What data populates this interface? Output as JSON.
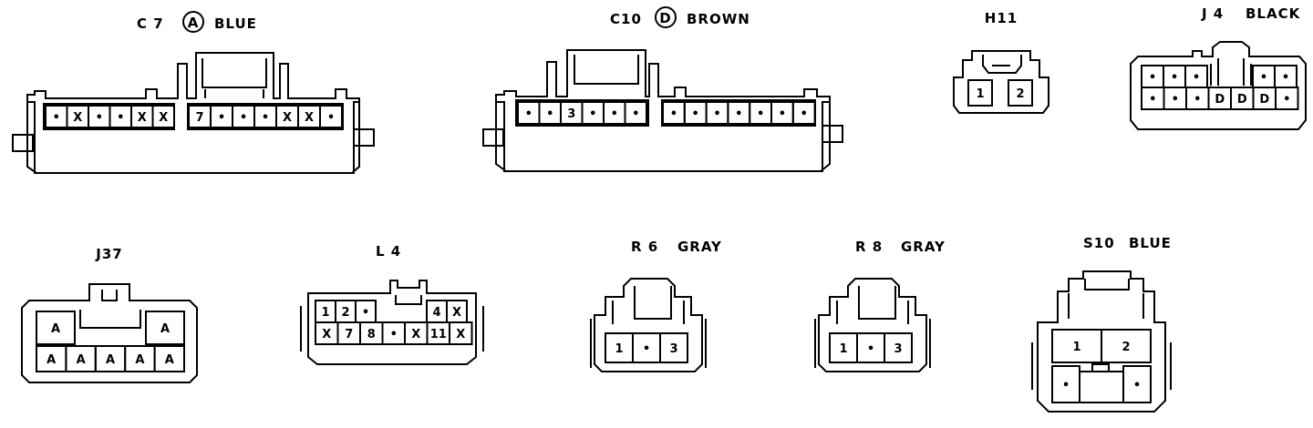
{
  "connectors": {
    "c7": {
      "code": "C 7",
      "circle": "A",
      "color": "BLUE",
      "left_pins": [
        "•",
        "X",
        "•",
        "•",
        "X",
        "X"
      ],
      "right_pins": [
        "7",
        "•",
        "•",
        "•",
        "X",
        "X",
        "•"
      ]
    },
    "c10": {
      "code": "C10",
      "circle": "D",
      "color": "BROWN",
      "left_pins": [
        "•",
        "•",
        "3",
        "•",
        "•",
        "•"
      ],
      "right_pins": [
        "•",
        "•",
        "•",
        "•",
        "•",
        "•",
        "•"
      ]
    },
    "h11": {
      "code": "H11",
      "pins": [
        "1",
        "2"
      ]
    },
    "j4": {
      "code": "J 4",
      "color": "BLACK",
      "top_left": [
        "•",
        "•",
        "•"
      ],
      "top_right": [
        "•",
        "•"
      ],
      "bottom": [
        "•",
        "•",
        "•",
        "D",
        "D",
        "D",
        "•"
      ]
    },
    "j37": {
      "code": "J37",
      "top_pins": [
        "A",
        "A"
      ],
      "bottom_pins": [
        "A",
        "A",
        "A",
        "A",
        "A"
      ]
    },
    "l4": {
      "code": "L 4",
      "top_left": [
        "1",
        "2",
        "•"
      ],
      "top_right": [
        "4",
        "X"
      ],
      "bottom": [
        "X",
        "7",
        "8",
        "•",
        "X",
        "11",
        "X"
      ]
    },
    "r6": {
      "code": "R 6",
      "color": "GRAY",
      "pins": [
        "1",
        "•",
        "3"
      ]
    },
    "r8": {
      "code": "R 8",
      "color": "GRAY",
      "pins": [
        "1",
        "•",
        "3"
      ]
    },
    "s10": {
      "code": "S10",
      "color": "BLUE",
      "top_pins": [
        "1",
        "2"
      ],
      "bottom_pins": [
        "•",
        "•"
      ]
    }
  }
}
